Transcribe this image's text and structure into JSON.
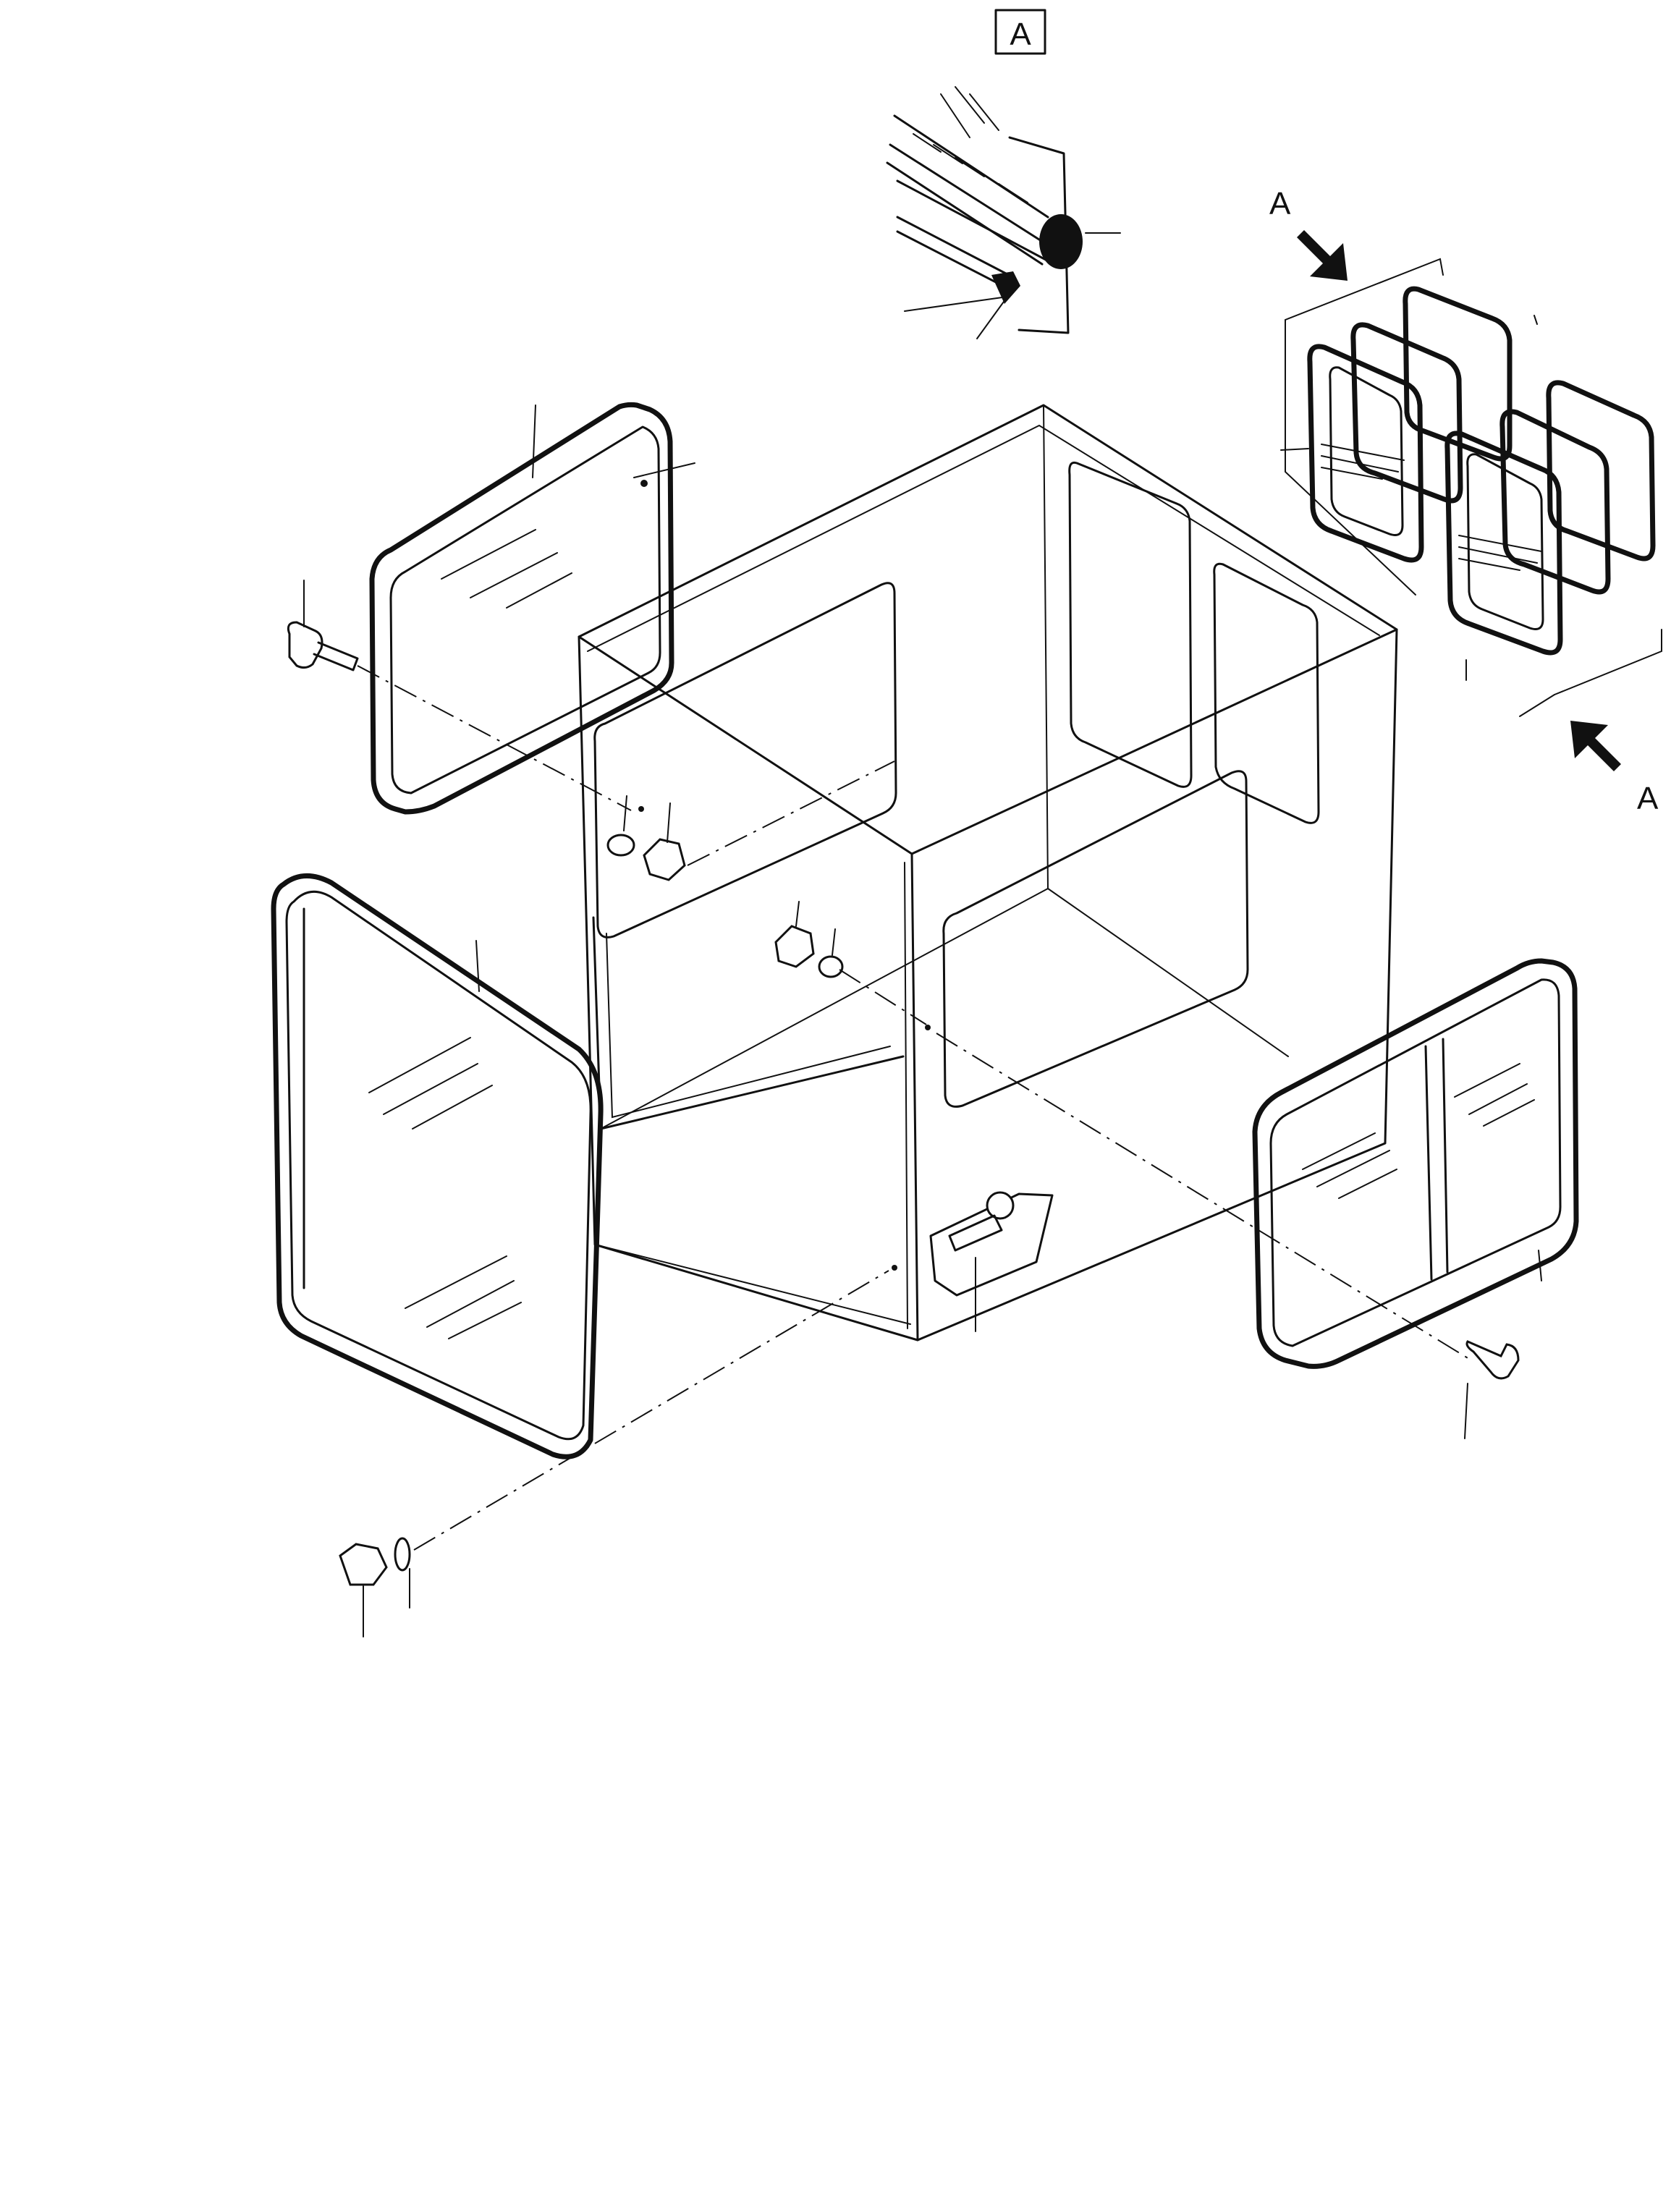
{
  "diagram": {
    "detail_box_label": "A",
    "view_arrow_top_label": "A",
    "view_arrow_bottom_label": "A"
  }
}
